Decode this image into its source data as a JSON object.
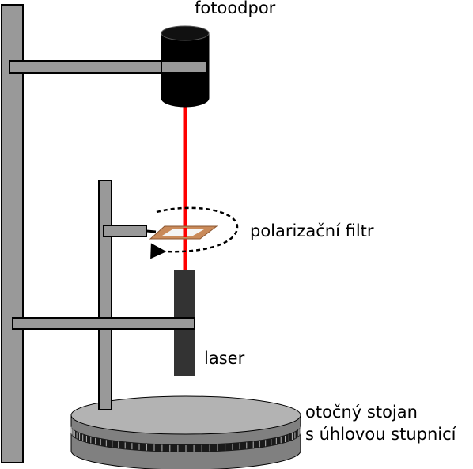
{
  "labels": {
    "photoresistor": "fotoodpor",
    "polarizer": "polarizační filtr",
    "laser": "laser",
    "stand_line1": "otočný stojan",
    "stand_line2": "s úhlovou stupnicí"
  },
  "colors": {
    "metal": "#999999",
    "dark": "#333333",
    "black": "#000000",
    "beam": "#ff0000",
    "filter_frame": "#c98a5a",
    "stand_top": "#b3b3b3",
    "stand_side": "#808080"
  },
  "icons": {
    "rotation": "dashed-curved-arrow-icon",
    "photoresistor": "cylinder-icon",
    "laser": "laser-tube-icon"
  }
}
